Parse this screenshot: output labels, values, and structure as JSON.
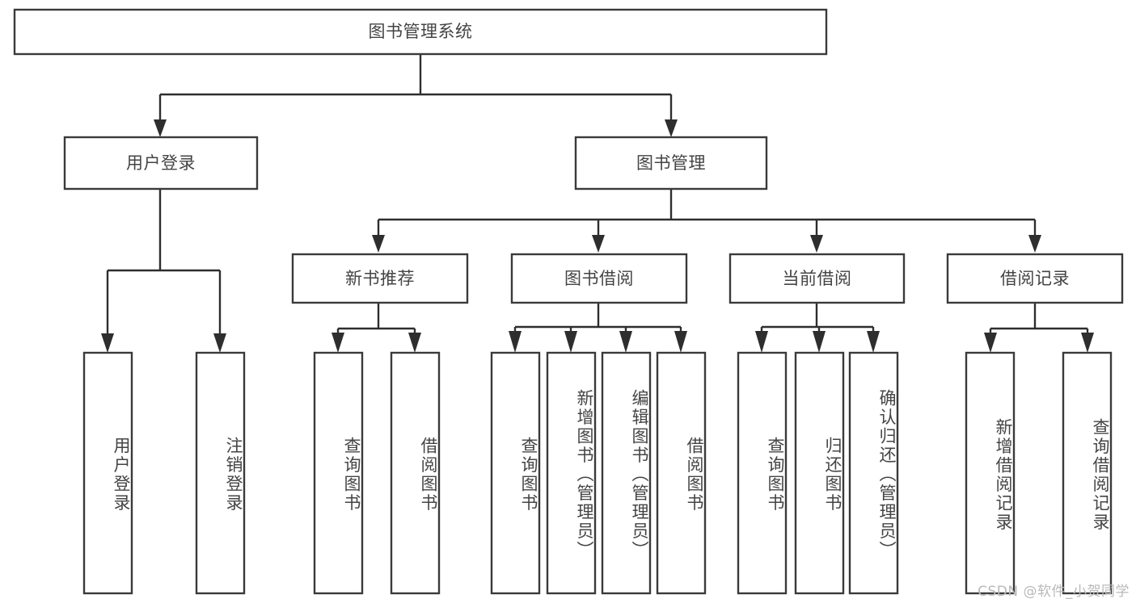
{
  "diagram": {
    "title": "图书管理系统",
    "type": "tree",
    "root": {
      "id": "root",
      "label": "图书管理系统",
      "orientation": "horizontal"
    },
    "level1": [
      {
        "id": "user-login",
        "label": "用户登录",
        "orientation": "horizontal"
      },
      {
        "id": "book-manage",
        "label": "图书管理",
        "orientation": "horizontal"
      }
    ],
    "level2": [
      {
        "id": "new-book-recommend",
        "label": "新书推荐",
        "parent": "book-manage",
        "orientation": "horizontal"
      },
      {
        "id": "book-borrow",
        "label": "图书借阅",
        "parent": "book-manage",
        "orientation": "horizontal"
      },
      {
        "id": "current-borrow",
        "label": "当前借阅",
        "parent": "book-manage",
        "orientation": "horizontal"
      },
      {
        "id": "borrow-record",
        "label": "借阅记录",
        "parent": "book-manage",
        "orientation": "horizontal"
      }
    ],
    "leaves": [
      {
        "id": "leaf-user-login",
        "label": "用户登录",
        "parent": "user-login",
        "orientation": "vertical"
      },
      {
        "id": "leaf-logout-login",
        "label": "注销登录",
        "parent": "user-login",
        "orientation": "vertical"
      },
      {
        "id": "leaf-query-book-1",
        "label": "查询图书",
        "parent": "new-book-recommend",
        "orientation": "vertical"
      },
      {
        "id": "leaf-borrow-book-1",
        "label": "借阅图书",
        "parent": "new-book-recommend",
        "orientation": "vertical"
      },
      {
        "id": "leaf-query-book-2",
        "label": "查询图书",
        "parent": "book-borrow",
        "orientation": "vertical"
      },
      {
        "id": "leaf-add-book",
        "label": "新增图书（管理员）",
        "parent": "book-borrow",
        "orientation": "vertical"
      },
      {
        "id": "leaf-edit-book",
        "label": "编辑图书（管理员）",
        "parent": "book-borrow",
        "orientation": "vertical"
      },
      {
        "id": "leaf-borrow-book-2",
        "label": "借阅图书",
        "parent": "book-borrow",
        "orientation": "vertical"
      },
      {
        "id": "leaf-query-book-3",
        "label": "查询图书",
        "parent": "current-borrow",
        "orientation": "vertical"
      },
      {
        "id": "leaf-return-book",
        "label": "归还图书",
        "parent": "current-borrow",
        "orientation": "vertical"
      },
      {
        "id": "leaf-confirm-return",
        "label": "确认归还（管理员）",
        "parent": "current-borrow",
        "orientation": "vertical"
      },
      {
        "id": "leaf-add-record",
        "label": "新增借阅记录",
        "parent": "borrow-record",
        "orientation": "vertical"
      },
      {
        "id": "leaf-query-record",
        "label": "查询借阅记录",
        "parent": "borrow-record",
        "orientation": "vertical"
      }
    ],
    "colors": {
      "box_stroke": "#3a3a3a",
      "box_fill": "#ffffff",
      "connector": "#2e2e2e",
      "text": "#444444",
      "watermark": "#b9b9b9",
      "background": "#ffffff"
    }
  },
  "watermark": {
    "text": "CSDN @软件_小贺同学"
  }
}
